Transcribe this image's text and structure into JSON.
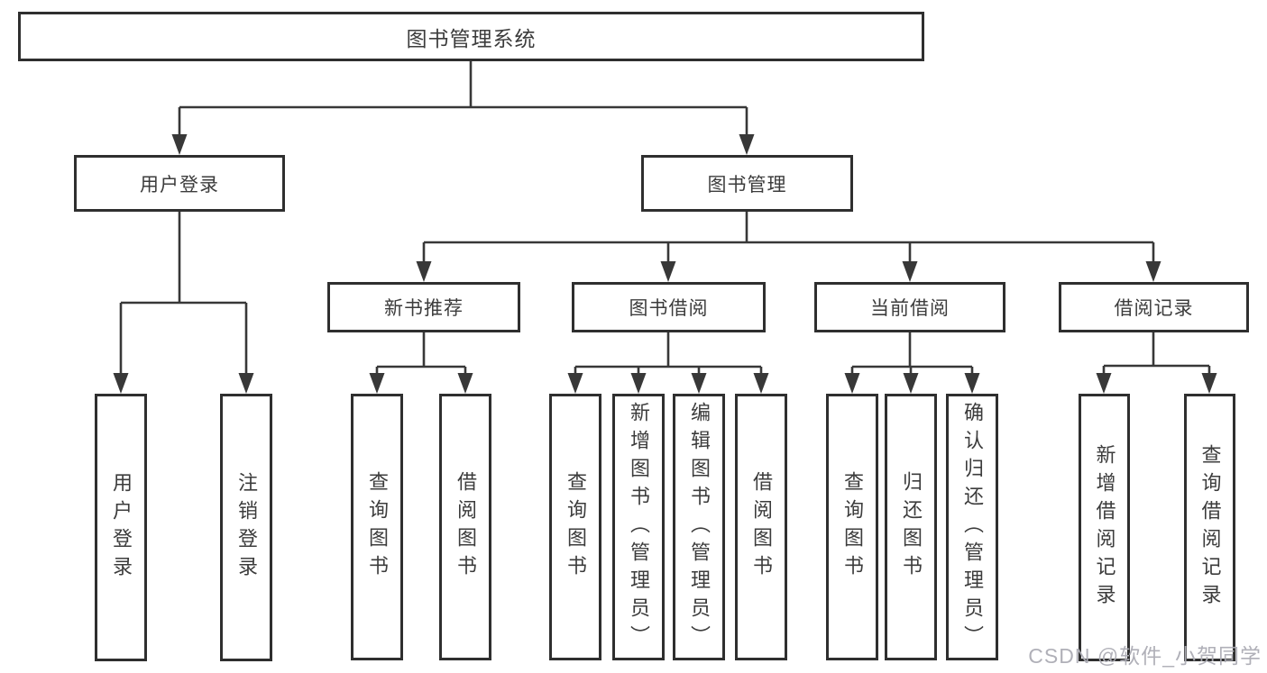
{
  "diagram": {
    "type": "hierarchy-tree",
    "root": "图书管理系统",
    "branches": [
      {
        "label": "用户登录",
        "children": [
          "用户登录",
          "注销登录"
        ]
      },
      {
        "label": "图书管理",
        "groups": [
          {
            "label": "新书推荐",
            "children": [
              "查询图书",
              "借阅图书"
            ]
          },
          {
            "label": "图书借阅",
            "children": [
              "查询图书",
              "新增图书（管理员）",
              "编辑图书（管理员）",
              "借阅图书"
            ]
          },
          {
            "label": "当前借阅",
            "children": [
              "查询图书",
              "归还图书",
              "确认归还（管理员）"
            ]
          },
          {
            "label": "借阅记录",
            "children": [
              "新增借阅记录",
              "查询借阅记录"
            ]
          }
        ]
      }
    ]
  },
  "watermark": "CSDN @软件_小贺同学",
  "colors": {
    "line": "#383838",
    "box_border": "#2f2f2f",
    "text": "#3c3c3c",
    "watermark": "#acacb4",
    "background": "#ffffff"
  }
}
